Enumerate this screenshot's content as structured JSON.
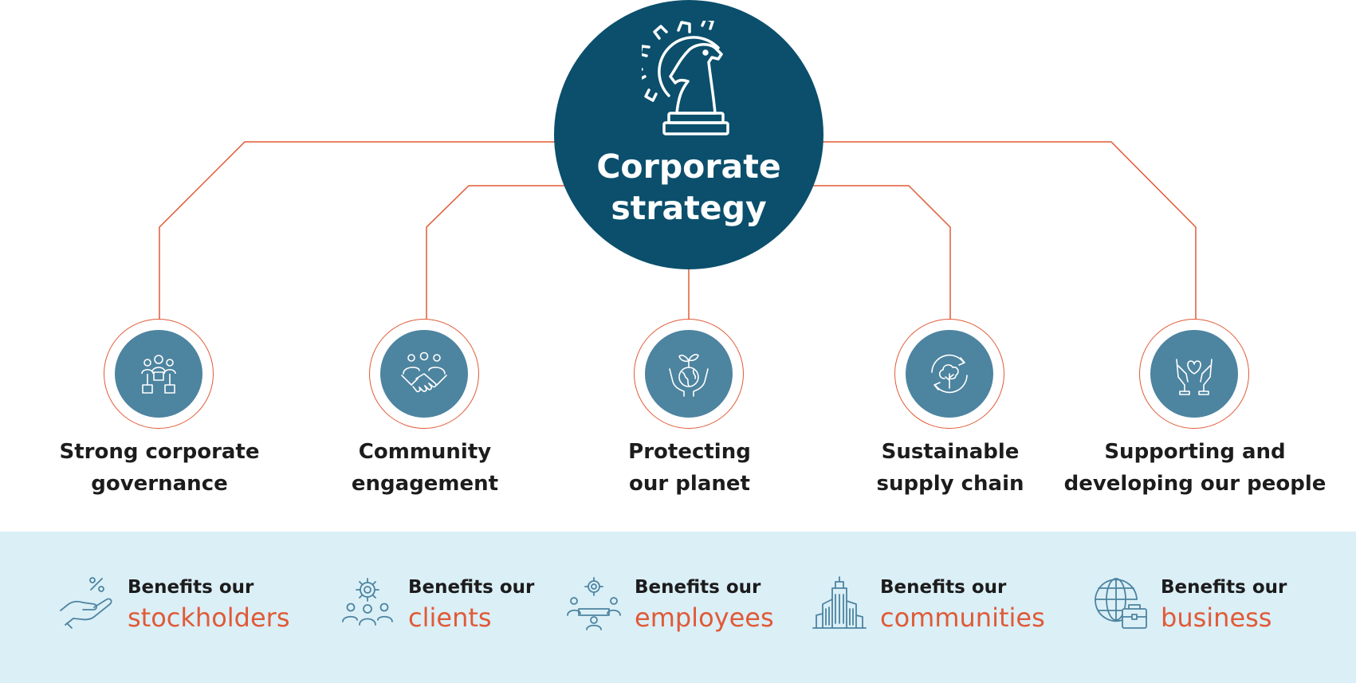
{
  "colors": {
    "center": "#0b4f6c",
    "pillar_fill": "#4d84a0",
    "accent": "#e05a37",
    "band": "#dbeff7",
    "icon_stroke": "#4d84a0",
    "text": "#1c1c1c"
  },
  "center": {
    "icon": "chess-knight-gear-icon",
    "title_line1": "Corporate",
    "title_line2": "strategy"
  },
  "pillars": [
    {
      "icon": "governance-org-icon",
      "line1": "Strong corporate",
      "line2": "governance"
    },
    {
      "icon": "handshake-icon",
      "line1": "Community",
      "line2": "engagement"
    },
    {
      "icon": "planet-hands-icon",
      "line1": "Protecting",
      "line2": "our planet"
    },
    {
      "icon": "recycle-tree-icon",
      "line1": "Sustainable",
      "line2": "supply chain"
    },
    {
      "icon": "hands-heart-icon",
      "line1": "Supporting and",
      "line2": "developing our people"
    }
  ],
  "benefits": [
    {
      "icon": "hand-percent-icon",
      "lead": "Benefits our",
      "target": "stockholders"
    },
    {
      "icon": "gear-people-icon",
      "lead": "Benefits our",
      "target": "clients"
    },
    {
      "icon": "team-meeting-icon",
      "lead": "Benefits our",
      "target": "employees"
    },
    {
      "icon": "city-buildings-icon",
      "lead": "Benefits our",
      "target": "communities"
    },
    {
      "icon": "globe-briefcase-icon",
      "lead": "Benefits our",
      "target": "business"
    }
  ]
}
